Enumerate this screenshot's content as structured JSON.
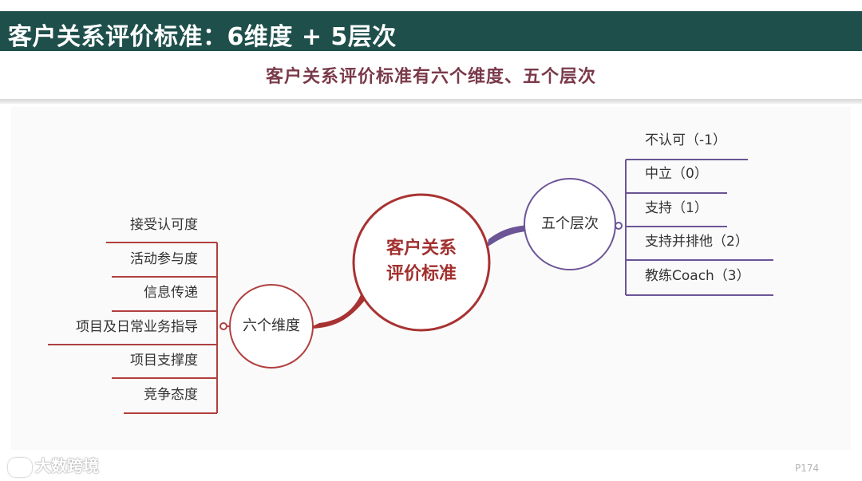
{
  "header": {
    "title": "客户关系评价标准：6维度 + 5层次"
  },
  "subtitle": "客户关系评价标准有六个维度、五个层次",
  "diagram": {
    "center": {
      "line1": "客户关系",
      "line2": "评价标准"
    },
    "left_node": "六个维度",
    "right_node": "五个层次",
    "dimensions": [
      "接受认可度",
      "活动参与度",
      "信息传递",
      "项目及日常业务指导",
      "项目支撑度",
      "竞争态度"
    ],
    "levels": [
      "不认可（-1）",
      "中立（0）",
      "支持（1）",
      "支持并排他（2）",
      "教练Coach（3）"
    ],
    "colors": {
      "left_branch": "#a83232",
      "right_branch": "#6b5596",
      "center_stroke": "#a83232"
    }
  },
  "watermark": "大数跨境",
  "page_number": "P174"
}
